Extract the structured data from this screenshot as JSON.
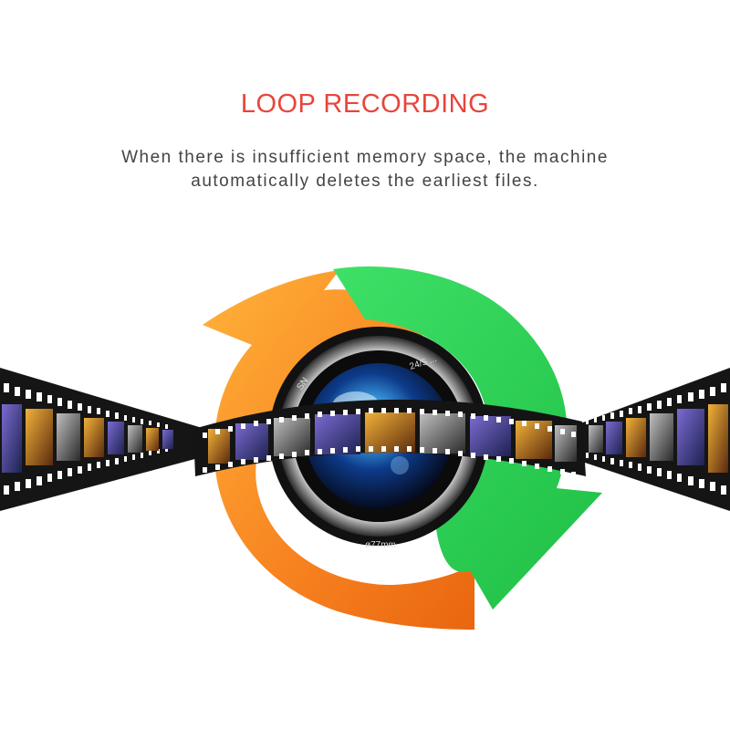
{
  "heading": {
    "title": "LOOP RECORDING",
    "line1": "When there is insufficient memory space, the machine",
    "line2": "automatically deletes the earliest files."
  },
  "lens": {
    "top_marking": "24/5 ...",
    "bottom_marking": "ø77mm",
    "side_marking": "SN"
  },
  "colors": {
    "title": "#e8453c",
    "orange_arrow": "#f47b20",
    "green_arrow": "#35d45a",
    "film": "#1a1a1a"
  },
  "icons": {
    "loop": "loop-arrows-icon",
    "lens": "camera-lens-icon",
    "film": "film-strip-icon"
  }
}
